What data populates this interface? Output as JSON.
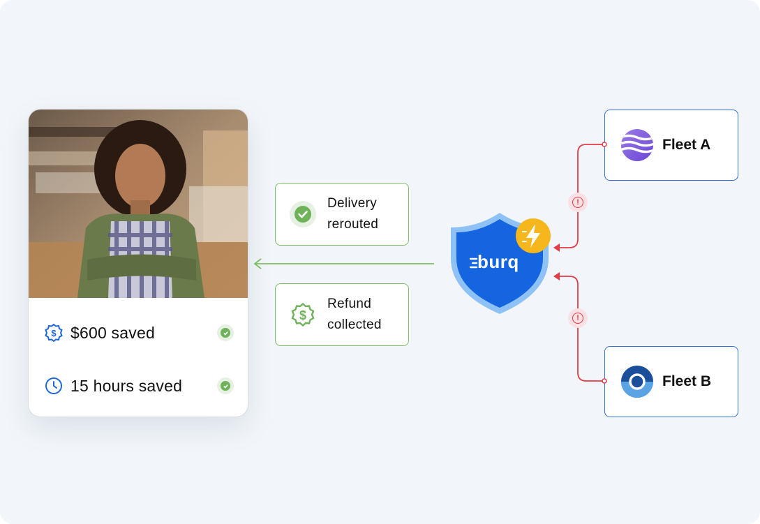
{
  "merchant": {
    "stats": [
      {
        "icon": "dollar-badge-icon",
        "label": "$600 saved",
        "check": "check-icon"
      },
      {
        "icon": "clock-icon",
        "label": "15 hours saved",
        "check": "check-icon"
      }
    ]
  },
  "statuses": [
    {
      "icon": "check-circle-icon",
      "line1": "Delivery",
      "line2": "rerouted"
    },
    {
      "icon": "dollar-seal-icon",
      "line1": "Refund",
      "line2": "collected"
    }
  ],
  "hub": {
    "brand": "burq",
    "badge_icon": "lightning-icon"
  },
  "fleets": [
    {
      "name": "Fleet A",
      "logo": "wave-sphere-icon"
    },
    {
      "name": "Fleet B",
      "logo": "ring-sphere-icon"
    }
  ],
  "colors": {
    "accent_green": "#6fb25a",
    "accent_blue": "#2f6fd8",
    "alert_red": "#e23c46",
    "badge_yellow": "#f6b71c"
  }
}
